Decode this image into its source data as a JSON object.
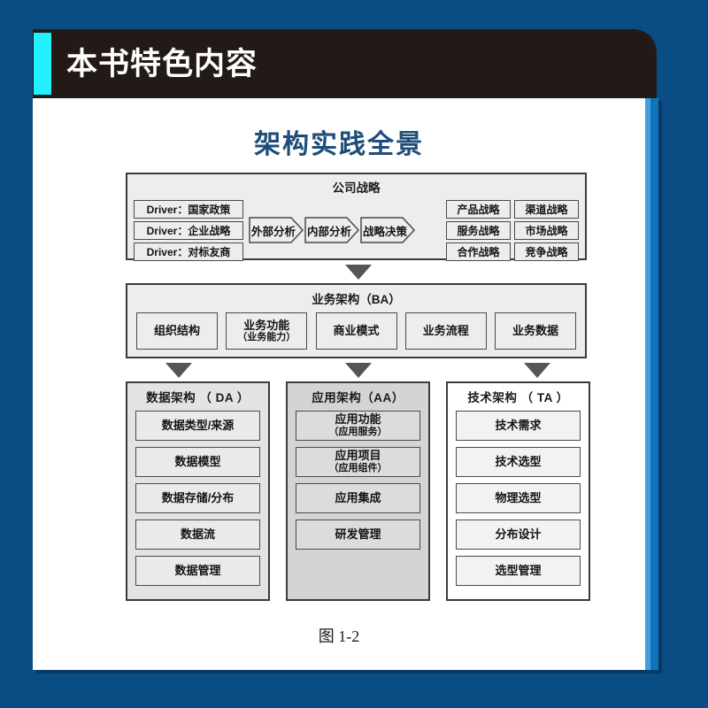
{
  "header": {
    "title": "本书特色内容",
    "accent_color": "#22f0ff",
    "banner_color": "#231a17"
  },
  "page": {
    "background_color": "#0a4d84",
    "panel_color": "#ffffff",
    "stripe_colors": [
      "#3fa0dc",
      "#1072b8"
    ]
  },
  "diagram": {
    "title": "架构实践全景",
    "title_color": "#1e4d7b",
    "caption": "图 1-2",
    "strategy": {
      "heading": "公司战略",
      "drivers": [
        "Driver：国家政策",
        "Driver：企业战略",
        "Driver：对标友商"
      ],
      "chevrons": [
        "外部分析",
        "内部分析",
        "战略决策"
      ],
      "outcomes": [
        "产品战略",
        "渠道战略",
        "服务战略",
        "市场战略",
        "合作战略",
        "竞争战略"
      ]
    },
    "business_architecture": {
      "heading": "业务架构（BA）",
      "items": [
        {
          "main": "组织结构",
          "sub": ""
        },
        {
          "main": "业务功能",
          "sub": "（业务能力）"
        },
        {
          "main": "商业模式",
          "sub": ""
        },
        {
          "main": "业务流程",
          "sub": ""
        },
        {
          "main": "业务数据",
          "sub": ""
        }
      ]
    },
    "columns": [
      {
        "heading": "数据架构 （ DA ）",
        "items": [
          {
            "main": "数据类型/来源",
            "sub": ""
          },
          {
            "main": "数据模型",
            "sub": ""
          },
          {
            "main": "数据存储/分布",
            "sub": ""
          },
          {
            "main": "数据流",
            "sub": ""
          },
          {
            "main": "数据管理",
            "sub": ""
          }
        ]
      },
      {
        "heading": "应用架构（AA）",
        "items": [
          {
            "main": "应用功能",
            "sub": "（应用服务）"
          },
          {
            "main": "应用项目",
            "sub": "（应用组件）"
          },
          {
            "main": "应用集成",
            "sub": ""
          },
          {
            "main": "研发管理",
            "sub": ""
          }
        ]
      },
      {
        "heading": "技术架构 （ TA ）",
        "items": [
          {
            "main": "技术需求",
            "sub": ""
          },
          {
            "main": "技术选型",
            "sub": ""
          },
          {
            "main": "物理选型",
            "sub": ""
          },
          {
            "main": "分布设计",
            "sub": ""
          },
          {
            "main": "选型管理",
            "sub": ""
          }
        ]
      }
    ]
  }
}
